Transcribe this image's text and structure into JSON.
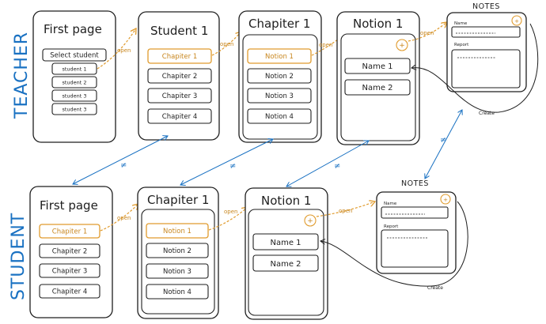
{
  "sides": {
    "teacher": "TEACHER",
    "student": "STUDENT"
  },
  "teacher": {
    "first_page": {
      "title": "First page",
      "select_button": "Select student",
      "students": [
        "student 1",
        "student 2",
        "student 3",
        "student 3"
      ]
    },
    "student_page": {
      "title": "Student 1",
      "chapters": [
        "Chapiter 1",
        "Chapiter 2",
        "Chapiter 3",
        "Chapiter 4"
      ]
    },
    "chapter_page": {
      "title": "Chapiter 1",
      "notions": [
        "Notion 1",
        "Notion 2",
        "Notion 3",
        "Notion 4"
      ]
    },
    "notion_page": {
      "title": "Notion 1",
      "plus": "+",
      "names": [
        "Name 1",
        "Name 2"
      ]
    },
    "notes": {
      "title": "NOTES",
      "plus": "+",
      "name_label": "Name",
      "report_label": "Report"
    }
  },
  "student": {
    "first_page": {
      "title": "First page",
      "chapters": [
        "Chapiter 1",
        "Chapiter 2",
        "Chapiter 3",
        "Chapiter 4"
      ]
    },
    "chapter_page": {
      "title": "Chapiter 1",
      "notions": [
        "Notion 1",
        "Notion 2",
        "Notion 3",
        "Notion 4"
      ]
    },
    "notion_page": {
      "title": "Notion 1",
      "plus": "+",
      "names": [
        "Name 1",
        "Name 2"
      ]
    },
    "notes": {
      "title": "NOTES",
      "plus": "+",
      "name_label": "Name",
      "report_label": "Report"
    }
  },
  "connectors": {
    "open": "open",
    "create": "Create",
    "not_equal": "≠"
  },
  "colors": {
    "accent": "#e09b2d",
    "compare": "#1971c2",
    "ink": "#1e1e1e"
  }
}
